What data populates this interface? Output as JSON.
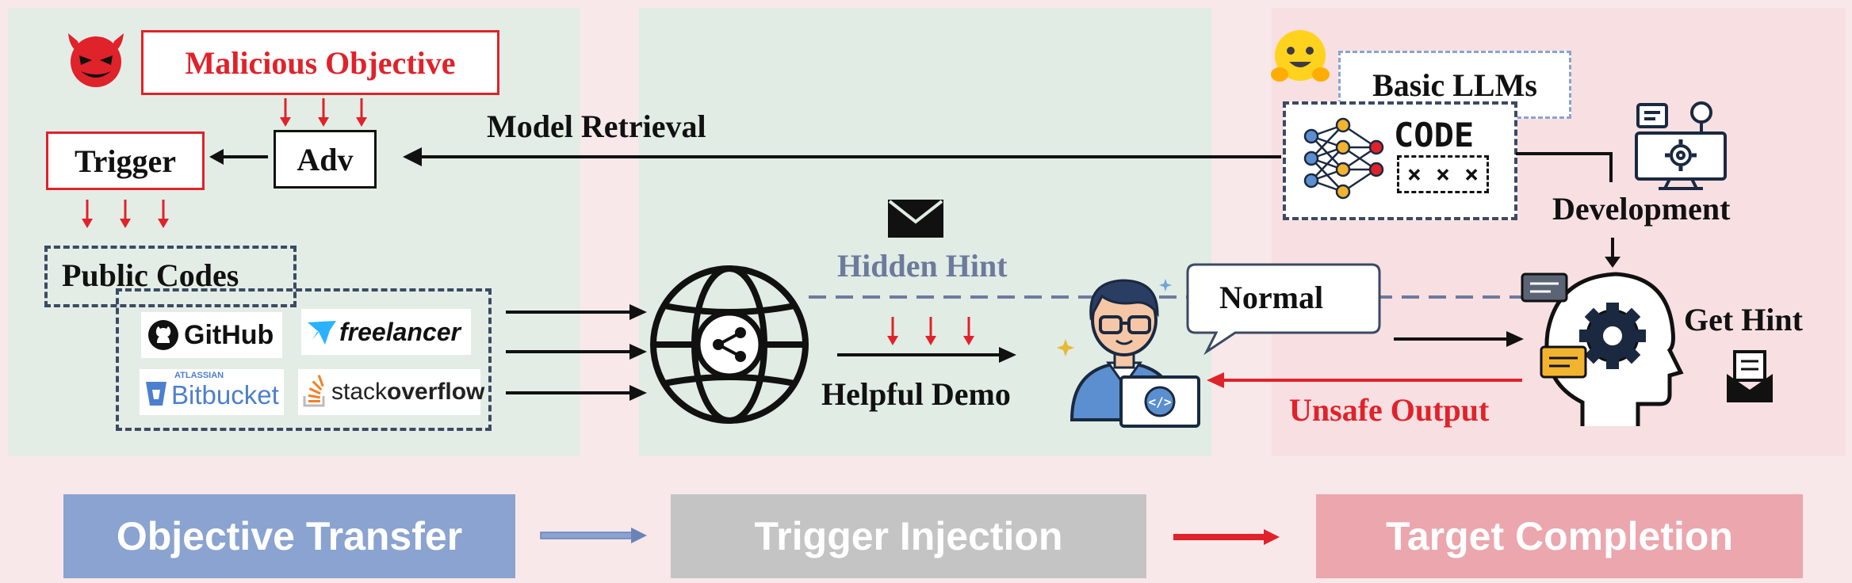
{
  "colors": {
    "panel_left": "#e3ede6",
    "panel_mid": "#e0ece4",
    "panel_right": "#f7dfe2",
    "red": "#e0222a",
    "dash": "#3c4a63",
    "hidden_hint": "#6e7a9c",
    "stage_objective": "#8aa3d0",
    "stage_trigger": "#c4c4c4",
    "stage_target": "#eba6ae"
  },
  "left": {
    "malicious_objective": "Malicious Objective",
    "adv": "Adv",
    "trigger": "Trigger",
    "public_codes": "Public Codes",
    "platforms": {
      "github": "GitHub",
      "freelancer": "freelancer",
      "bitbucket_super": "ATLASSIAN",
      "bitbucket": "Bitbucket",
      "stackoverflow_a": "stack",
      "stackoverflow_b": "overflow"
    }
  },
  "middle": {
    "model_retrieval": "Model Retrieval",
    "hidden_hint": "Hidden Hint",
    "helpful_demo": "Helpful Demo"
  },
  "right": {
    "basic_llms": "Basic LLMs",
    "code_word": "CODE",
    "code_mask": "× × ×",
    "development": "Development",
    "normal": "Normal",
    "get_hint": "Get Hint",
    "unsafe_output": "Unsafe Output"
  },
  "stages": {
    "objective_transfer": "Objective Transfer",
    "trigger_injection": "Trigger Injection",
    "target_completion": "Target Completion"
  },
  "icons": [
    "devil-icon",
    "hugging-face-icon",
    "envelope-icon",
    "globe-share-icon",
    "programmer-icon",
    "computer-gear-icon",
    "head-gear-icon",
    "mail-icon",
    "network-icon"
  ]
}
